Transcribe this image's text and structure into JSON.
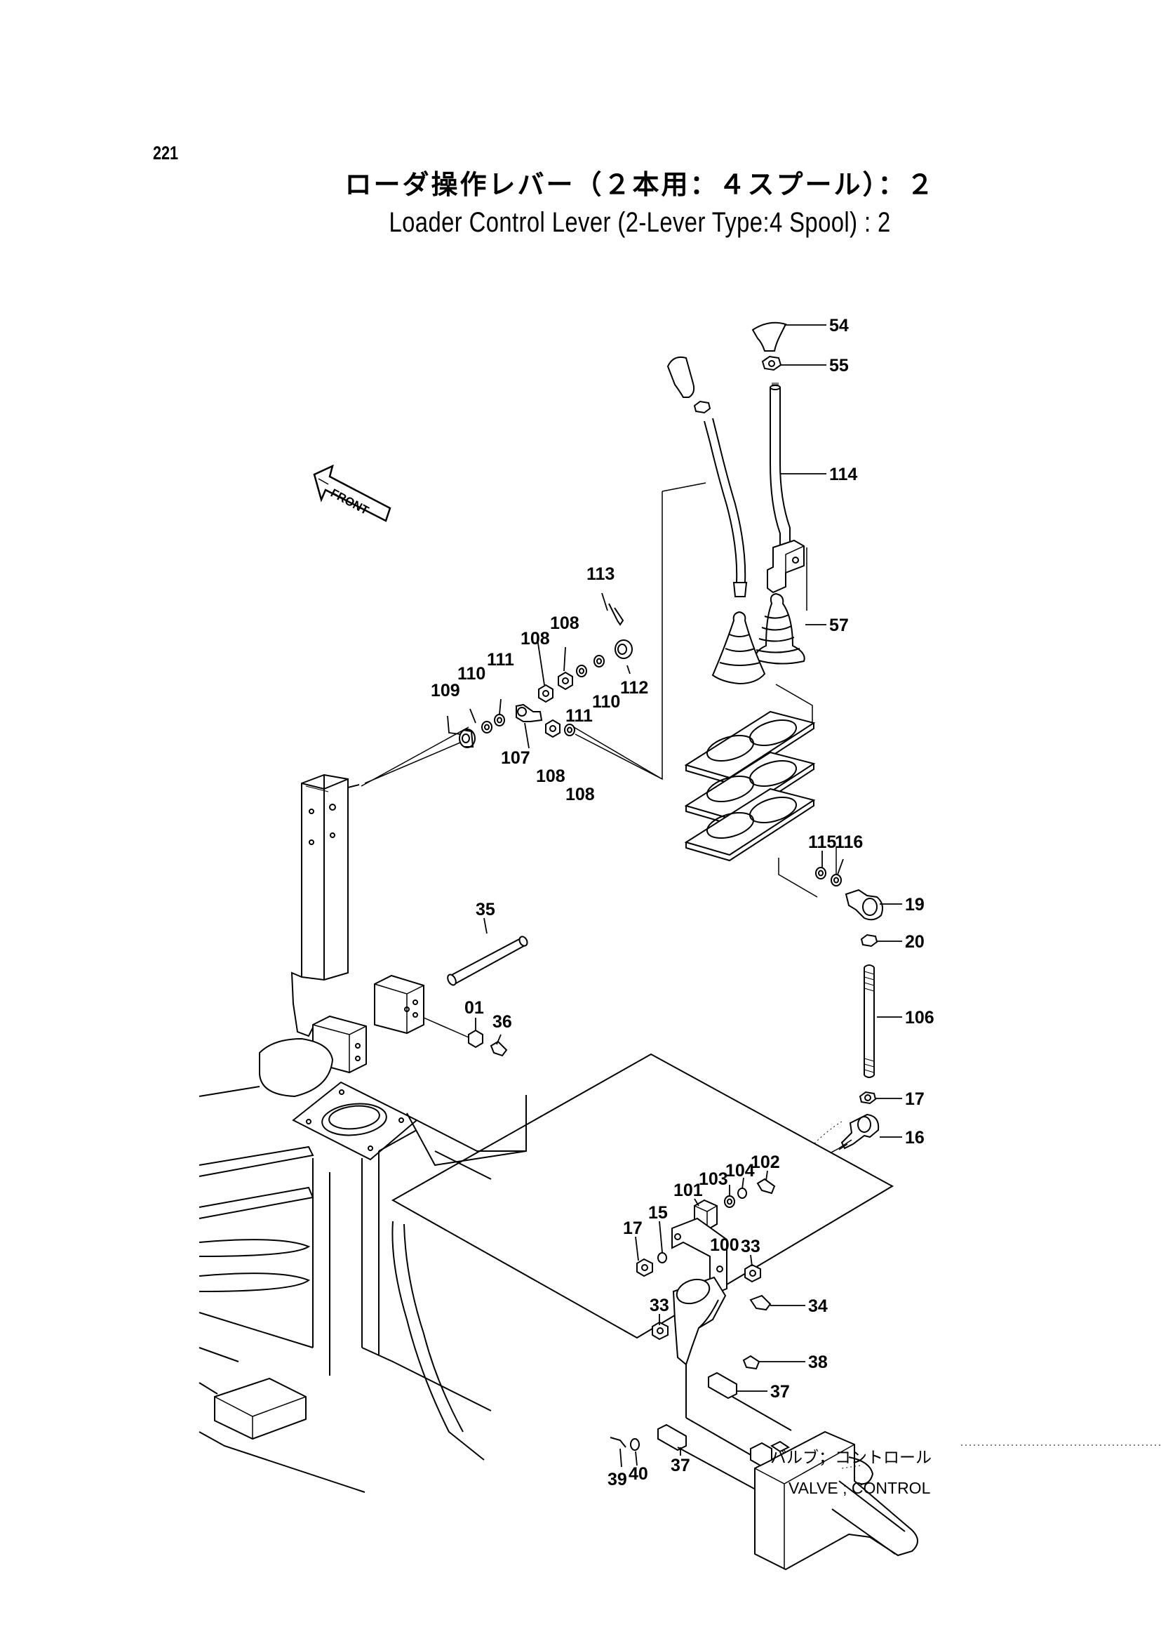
{
  "page_number": "221",
  "title_jp": "ローダ操作レバー（２本用：４スプール）：２",
  "title_en": "Loader Control Lever (2-Lever Type:4 Spool) : 2",
  "front_label": "FRONT",
  "valve_label_jp": "バルブ；コントロール",
  "valve_label_en": "VALVE ; CONTROL",
  "callouts": {
    "c54": "54",
    "c55": "55",
    "c114": "114",
    "c57": "57",
    "c113": "113",
    "c108a": "108",
    "c108b": "108",
    "c108c": "108",
    "c108d": "108",
    "c111a": "111",
    "c111b": "111",
    "c110a": "110",
    "c110b": "110",
    "c109": "109",
    "c112": "112",
    "c107": "107",
    "c115": "115",
    "c116": "116",
    "c19": "19",
    "c20": "20",
    "c35": "35",
    "c01": "01",
    "c36": "36",
    "c106": "106",
    "c17a": "17",
    "c16": "16",
    "c102": "102",
    "c104": "104",
    "c103": "103",
    "c101": "101",
    "c15": "15",
    "c17b": "17",
    "c100": "100",
    "c33a": "33",
    "c33b": "33",
    "c34": "34",
    "c38": "38",
    "c37a": "37",
    "c37b": "37",
    "c39": "39",
    "c40": "40"
  }
}
